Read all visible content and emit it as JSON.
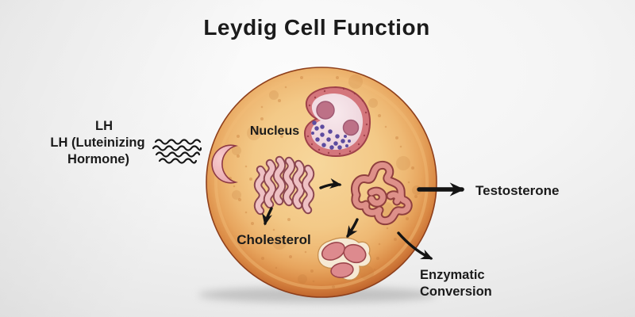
{
  "title": "Leydig Cell Function",
  "diagram": {
    "type": "labeled-cell-illustration",
    "subject": "Leydig cell hormone signaling and testosterone synthesis",
    "labels": {
      "lh_line1": "LH",
      "lh_line2": "LH (Luteinizing",
      "lh_line3": "Hormone)",
      "nucleus": "Nucleus",
      "cholesterol": "Cholesterol",
      "testosterone": "Testosterone",
      "enzymatic_line1": "Enzymatic",
      "enzymatic_line2": "Conversion"
    },
    "colors": {
      "background_gray": "#ededed",
      "cell_body_tan": "#f3c987",
      "cell_rim_orange": "#a85424",
      "nucleus_rim_pink": "#d4767c",
      "nucleus_inner_pink": "#f1dce2",
      "chromatin_purple": "#5c4b9f",
      "ribbon_pink": "#eec0c3",
      "er_salmon": "#de9089",
      "lipid_cream": "#f6e9d4",
      "arrow_black": "#141414",
      "text_black": "#1b1b1b"
    }
  }
}
